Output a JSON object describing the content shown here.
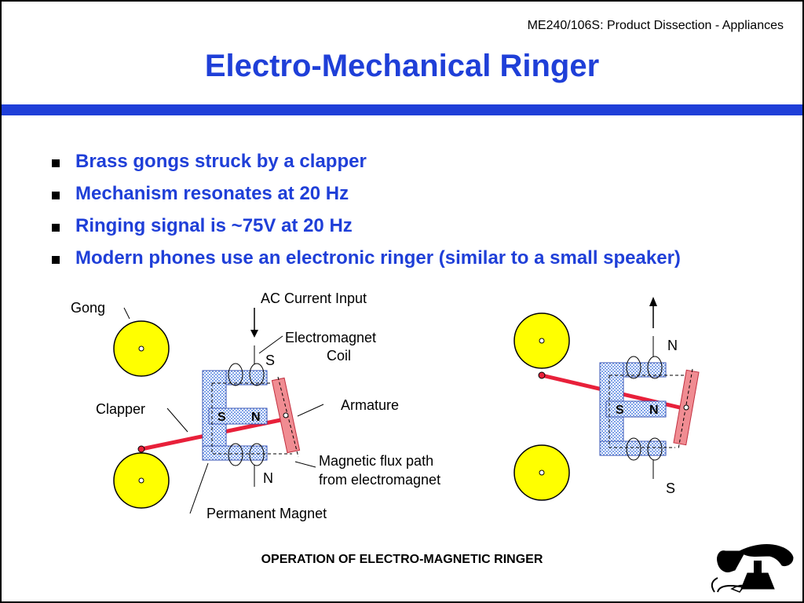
{
  "header": {
    "course": "ME240/106S: Product Dissection - Appliances",
    "title": "Electro-Mechanical Ringer"
  },
  "bullets": [
    "Brass gongs struck by a clapper",
    "Mechanism resonates at 20 Hz",
    "Ringing signal is ~75V at 20 Hz",
    "Modern phones use an electronic ringer (similar to a small speaker)"
  ],
  "diagram": {
    "labels": {
      "gong": "Gong",
      "clapper": "Clapper",
      "ac_input": "AC Current Input",
      "coil_line1": "Electromagnet",
      "coil_line2": "Coil",
      "armature": "Armature",
      "flux_line1": "Magnetic flux path",
      "flux_line2": "from electromagnet",
      "permanent_magnet": "Permanent Magnet"
    },
    "left_poles": {
      "top": "S",
      "bottom": "N",
      "magnet_s": "S",
      "magnet_n": "N"
    },
    "right_poles": {
      "top": "N",
      "bottom": "S",
      "magnet_s": "S",
      "magnet_n": "N"
    },
    "colors": {
      "gong": "#ffff00",
      "magnet": "#7fa2e8",
      "armature": "#f08c92",
      "clapper": "#e8203a",
      "accent": "#1f3fd8"
    }
  },
  "caption": "OPERATION OF ELECTRO-MAGNETIC RINGER"
}
